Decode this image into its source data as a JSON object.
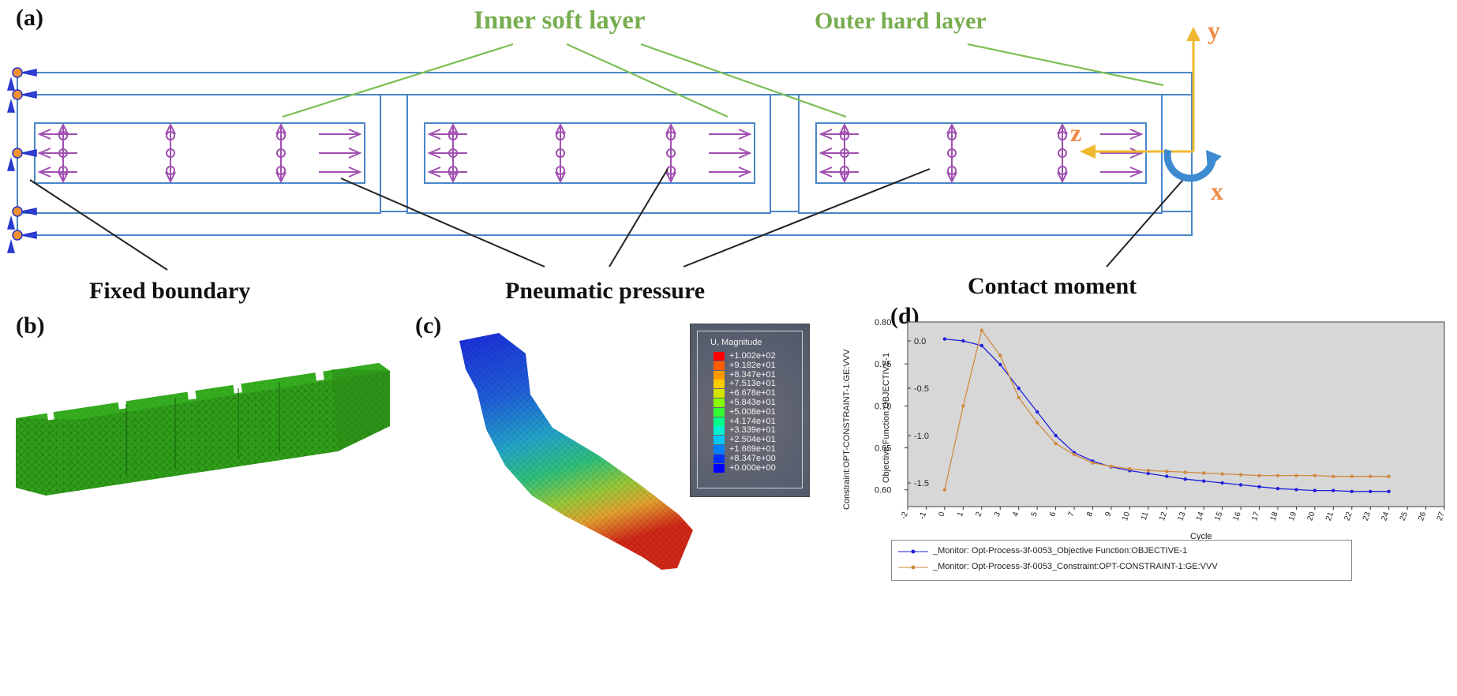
{
  "panels": {
    "a": "(a)",
    "b": "(b)",
    "c": "(c)",
    "d": "(d)"
  },
  "callouts": {
    "inner_soft_layer": "Inner soft layer",
    "outer_hard_layer": "Outer hard layer",
    "fixed_boundary": "Fixed boundary",
    "pneumatic_pressure": "Pneumatic pressure",
    "contact_moment": "Contact moment"
  },
  "axes_labels": {
    "y": "y",
    "z": "z",
    "x": "x"
  },
  "colors": {
    "frame": "#4a86c8",
    "load_arrows": "#a050b0",
    "callout_green": "#77ad4f",
    "callout_line_green": "#7cbf55",
    "axis_triad": "#f0b830",
    "axis_text": "#f08c4a",
    "moment_arrow": "#3d8ad0",
    "mesh_green": "#2e9e1a",
    "series_objective": "#1f1fdc",
    "series_constraint": "#d08a40",
    "plot_bg": "#d7d7d7"
  },
  "contour_legend": {
    "title": "U, Magnitude",
    "entries": [
      {
        "value": "+1.002e+02",
        "color": "#ff0000"
      },
      {
        "value": "+9.182e+01",
        "color": "#ff5c00"
      },
      {
        "value": "+8.347e+01",
        "color": "#ff9900"
      },
      {
        "value": "+7.513e+01",
        "color": "#ffcc00"
      },
      {
        "value": "+6.678e+01",
        "color": "#d4e600"
      },
      {
        "value": "+5.843e+01",
        "color": "#88ff00"
      },
      {
        "value": "+5.008e+01",
        "color": "#33ff33"
      },
      {
        "value": "+4.174e+01",
        "color": "#00ff88"
      },
      {
        "value": "+3.339e+01",
        "color": "#00f2d0"
      },
      {
        "value": "+2.504e+01",
        "color": "#00c8ff"
      },
      {
        "value": "+1.669e+01",
        "color": "#0080ff"
      },
      {
        "value": "+8.347e+00",
        "color": "#0030ff"
      },
      {
        "value": "+0.000e+00",
        "color": "#0000ff"
      }
    ]
  },
  "chart_data": {
    "type": "line",
    "xlabel": "Cycle",
    "ylabel_left": "Constraint:OPT-CONSTRAINT-1:GE:VVV",
    "ylabel_right": "Objective Function:OBJECTIVE-1",
    "xlim": [
      -2,
      27
    ],
    "x_ticks": [
      "-2",
      "-1",
      "0",
      "1",
      "2",
      "3",
      "4",
      "5",
      "6",
      "7",
      "8",
      "9",
      "10",
      "11",
      "12",
      "13",
      "14",
      "15",
      "16",
      "17",
      "18",
      "19",
      "20",
      "21",
      "22",
      "23",
      "24",
      "25",
      "26",
      "27"
    ],
    "ylim_left": [
      0.58,
      0.8
    ],
    "ylim_right": [
      -1.75,
      0.2
    ],
    "left_ticks": [
      "0.60",
      "0.65",
      "0.70",
      "0.75",
      "0.80"
    ],
    "left_tick_values": [
      0.6,
      0.65,
      0.7,
      0.75,
      0.8
    ],
    "right_ticks": [
      "0.0",
      "-0.5",
      "-1.0",
      "-1.5"
    ],
    "right_tick_values": [
      0.0,
      -0.5,
      -1.0,
      -1.5
    ],
    "grid": false,
    "legend_position": "bottom",
    "series": [
      {
        "name": "_Monitor: Opt-Process-3f-0053_Objective Function:OBJECTIVE-1",
        "axis": "right",
        "x": [
          0,
          1,
          2,
          3,
          4,
          5,
          6,
          7,
          8,
          9,
          10,
          11,
          12,
          13,
          14,
          15,
          16,
          17,
          18,
          19,
          20,
          21,
          22,
          23,
          24
        ],
        "y": [
          0.02,
          0.0,
          -0.05,
          -0.25,
          -0.5,
          -0.75,
          -1.0,
          -1.18,
          -1.27,
          -1.33,
          -1.37,
          -1.4,
          -1.43,
          -1.46,
          -1.48,
          -1.5,
          -1.52,
          -1.54,
          -1.56,
          -1.57,
          -1.58,
          -1.58,
          -1.59,
          -1.59,
          -1.59
        ]
      },
      {
        "name": "_Monitor: Opt-Process-3f-0053_Constraint:OPT-CONSTRAINT-1:GE:VVV",
        "axis": "left",
        "x": [
          0,
          1,
          2,
          3,
          4,
          5,
          6,
          7,
          8,
          9,
          10,
          11,
          12,
          13,
          14,
          15,
          16,
          17,
          18,
          19,
          20,
          21,
          22,
          23,
          24
        ],
        "y": [
          0.6,
          0.7,
          0.79,
          0.76,
          0.71,
          0.68,
          0.655,
          0.642,
          0.632,
          0.628,
          0.625,
          0.623,
          0.622,
          0.621,
          0.62,
          0.619,
          0.618,
          0.617,
          0.617,
          0.617,
          0.617,
          0.616,
          0.616,
          0.616,
          0.616
        ]
      }
    ]
  }
}
